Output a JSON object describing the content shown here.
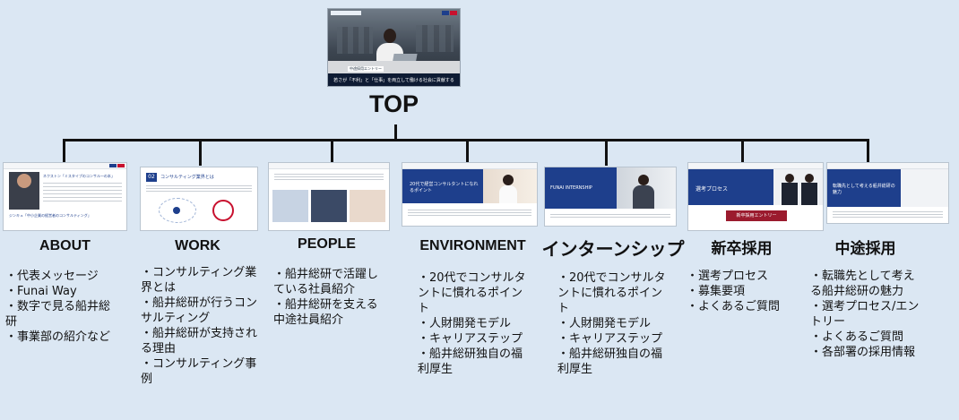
{
  "top": {
    "label": "TOP",
    "hero_caption": "若さが「不利」と「仕事」を両立して働ける社会に貢献する",
    "hero_button": "中途採用エントリー"
  },
  "sections": [
    {
      "title": "ABOUT",
      "thumb_heading": "ネクストン「ミスタイプのコンサル―の本」",
      "thumb_note": "ジンキュ「中小企業の経営者のコンサルティング」",
      "items": [
        "・代表メッセージ",
        "・Funai Way",
        "・数字で見る船井総研",
        "・事業部の紹介など"
      ]
    },
    {
      "title": "WORK",
      "thumb_num": "02",
      "thumb_heading": "コンサルティング業界とは",
      "items": [
        "・コンサルティング業界とは",
        "・船井総研が行うコンサルティング",
        "・船井総研が支持される理由",
        "・コンサルティング事例"
      ]
    },
    {
      "title": "PEOPLE",
      "items": [
        "・船井総研で活躍している社員紹介",
        "・船井総研を支える中途社員紹介"
      ]
    },
    {
      "title": "ENVIRONMENT",
      "thumb_heading": "20代で経営コンサルタントになれるポイント",
      "items": [
        "・20代でコンサルタントに慣れるポイント",
        "・人財開発モデル",
        "・キャリアステップ",
        "・船井総研独自の福利厚生"
      ]
    },
    {
      "title": "インターンシップ",
      "thumb_heading": "FUNAI INTERNSHIP",
      "items": [
        "・20代でコンサルタントに慣れるポイント",
        "・人財開発モデル",
        "・キャリアステップ",
        "・船井総研独自の福利厚生"
      ]
    },
    {
      "title": "新卒採用",
      "thumb_heading": "選考プロセス",
      "thumb_button": "新卒採用エントリー",
      "items": [
        "・選考プロセス",
        "・募集要項",
        "・よくあるご質問"
      ]
    },
    {
      "title": "中途採用",
      "thumb_heading": "転職先として考える船井総研の魅力",
      "items": [
        "・転職先として考える船井総研の魅力",
        "・選考プロセス/エントリー",
        "・よくあるご質問",
        "・各部署の採用情報"
      ]
    }
  ],
  "colors": {
    "background": "#dbe7f3",
    "line": "#111111",
    "navy": "#1e3f8c",
    "red": "#c8102e"
  }
}
